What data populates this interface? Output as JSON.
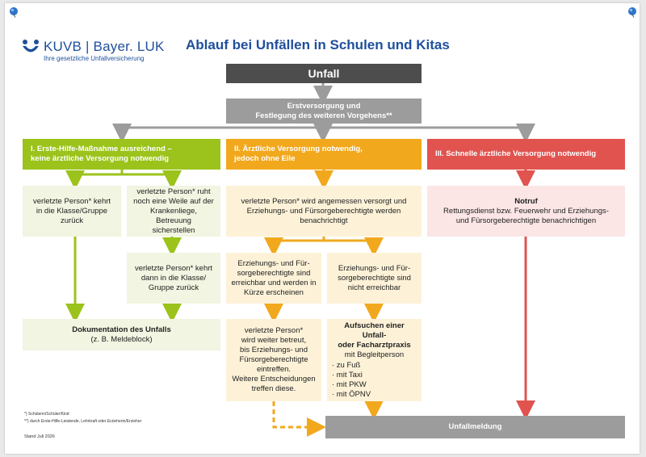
{
  "header": {
    "logo_text": "KUVB | Bayer. LUK",
    "logo_subtitle": "Ihre gesetzliche Unfallversicherung",
    "title": "Ablauf bei Unfällen in Schulen und Kitas"
  },
  "flow": {
    "start": "Unfall",
    "first_aid": "Erstversorgung und\nFestlegung des weiteren Vorgehens**",
    "branch_1": {
      "heading": "I.  Erste-Hilfe-Maßnahme ausreichend –\n     keine ärztliche Versorgung notwendig",
      "return_to_class": "verletzte Person* kehrt\nin die Klasse/Gruppe\nzurück",
      "rest": "verletzte Person* ruht\nnoch eine Weile auf der\nKrankenliege, Betreuung\nsicherstellen",
      "return_after_rest": "verletzte Person* kehrt\ndann in die Klasse/\nGruppe zurück",
      "documentation_title": "Dokumentation des Unfalls",
      "documentation_note": "(z. B. Meldeblock)"
    },
    "branch_2": {
      "heading": "II.  Ärztliche Versorgung notwendig,\n      jedoch ohne Eile",
      "care": "verletzte Person* wird angemessen versorgt und\nErziehungs- und Fürsorgeberechtigte werden\nbenachrichtigt",
      "reachable": "Erziehungs- und Für-\nsorgeberechtigte sind\nerreichbar und werden in\nKürze erscheinen",
      "not_reachable": "Erziehungs- und Für-\nsorgeberechtigte sind\nnicht erreichbar",
      "supervised": "verletzte Person*\nwird weiter betreut,\nbis Erziehungs- und\nFürsorgeberechtigte\neintreffen.\nWeitere Entscheidungen\ntreffen diese.",
      "doctor_title": "Aufsuchen einer Unfall-\noder Facharztpraxis",
      "doctor_sub": "mit Begleitperson",
      "transport_options": [
        "· zu Fuß",
        "· mit Taxi",
        "· mit PKW",
        "· mit ÖPNV"
      ]
    },
    "branch_3": {
      "heading": "III.  Schnelle ärztliche Versorgung notwendig",
      "emergency_title": "Notruf",
      "emergency_text": "Rettungsdienst bzw. Feuerwehr und Erziehungs-\nund Fürsorgeberechtigte benachrichtigen"
    },
    "end": "Unfallmeldung"
  },
  "footnotes": {
    "note_1": "*)  Schülerin/Schüler/Kind",
    "note_2": "**)  durch Erste-Hilfe-Leistende, Lehrkraft oder Erzieherin/Erzieher",
    "date": "Stand Juli 2026"
  },
  "colors": {
    "green": "#9bc31b",
    "orange": "#f2a81d",
    "red": "#e0534f",
    "grey": "#9c9c9c",
    "dark": "#4d4d4d",
    "brand_blue": "#1f4f9c"
  },
  "icons": {
    "pins": "pushpin-icon",
    "logo": "kuvb-logo-icon"
  }
}
